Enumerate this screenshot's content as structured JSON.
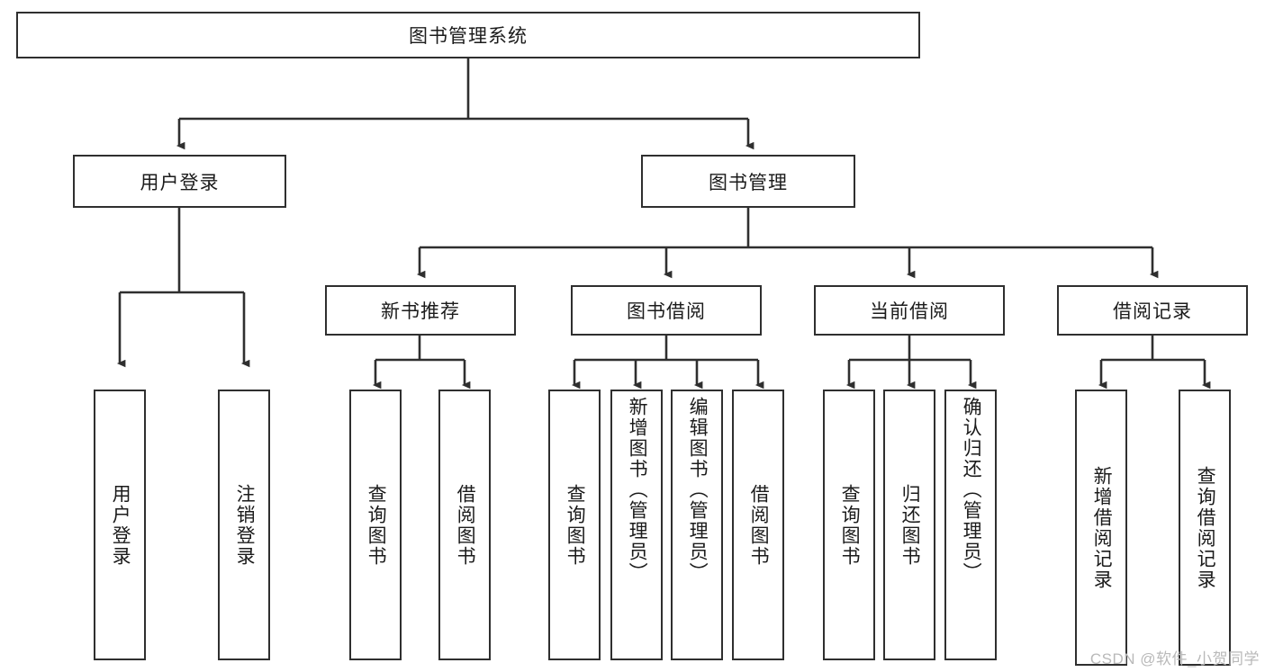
{
  "diagram": {
    "title": "图书管理系统",
    "type": "hierarchy-tree",
    "watermark": "CSDN @软件_小贺同学",
    "colors": {
      "border": "#2f2f2f",
      "background": "#ffffff",
      "text": "#1b1b1b",
      "edge": "#2f2f2f",
      "watermark": "#b9b9b9"
    },
    "root": {
      "label": "图书管理系统"
    },
    "level2": [
      {
        "label": "用户登录"
      },
      {
        "label": "图书管理"
      }
    ],
    "level3": [
      {
        "label": "新书推荐"
      },
      {
        "label": "图书借阅"
      },
      {
        "label": "当前借阅"
      },
      {
        "label": "借阅记录"
      }
    ],
    "leaves": {
      "user_login": [
        {
          "label": "用户登录"
        },
        {
          "label": "注销登录"
        }
      ],
      "new_book_recommend": [
        {
          "label": "查询图书"
        },
        {
          "label": "借阅图书"
        }
      ],
      "book_borrow": [
        {
          "label": "查询图书"
        },
        {
          "label": "新增图书（管理员）"
        },
        {
          "label": "编辑图书（管理员）"
        },
        {
          "label": "借阅图书"
        }
      ],
      "current_borrow": [
        {
          "label": "查询图书"
        },
        {
          "label": "归还图书"
        },
        {
          "label": "确认归还（管理员）"
        }
      ],
      "borrow_record": [
        {
          "label": "新增借阅记录"
        },
        {
          "label": "查询借阅记录"
        }
      ]
    }
  }
}
